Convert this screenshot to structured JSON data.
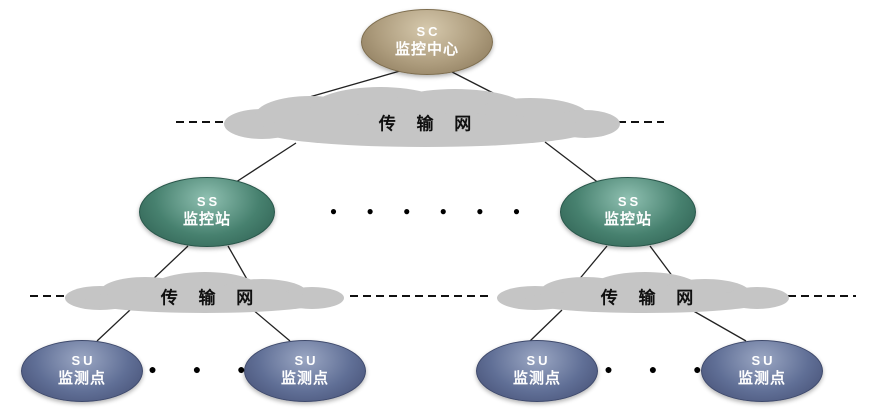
{
  "diagram": {
    "title": "monitoring-network-topology",
    "nodes": {
      "sc": {
        "code": "SC",
        "name": "监控中心"
      },
      "ss_left": {
        "code": "SS",
        "name": "监控站"
      },
      "ss_right": {
        "code": "SS",
        "name": "监控站"
      },
      "su_1": {
        "code": "SU",
        "name": "监测点"
      },
      "su_2": {
        "code": "SU",
        "name": "监测点"
      },
      "su_3": {
        "code": "SU",
        "name": "监测点"
      },
      "su_4": {
        "code": "SU",
        "name": "监测点"
      }
    },
    "clouds": {
      "top": {
        "label": "传 输 网"
      },
      "left": {
        "label": "传 输 网"
      },
      "right": {
        "label": "传 输 网"
      }
    },
    "ellipsis": {
      "between_ss": "● ● ● ● ● ●",
      "between_su_left": "● ● ●",
      "between_su_right": "● ● ●"
    },
    "colors": {
      "sc_fill": "#ad9c7d",
      "ss_fill": "#47816f",
      "su_fill": "#606f96",
      "cloud_fill": "#c5c5c5",
      "line": "#1a1a1a",
      "node_text": "#ffffff"
    }
  }
}
